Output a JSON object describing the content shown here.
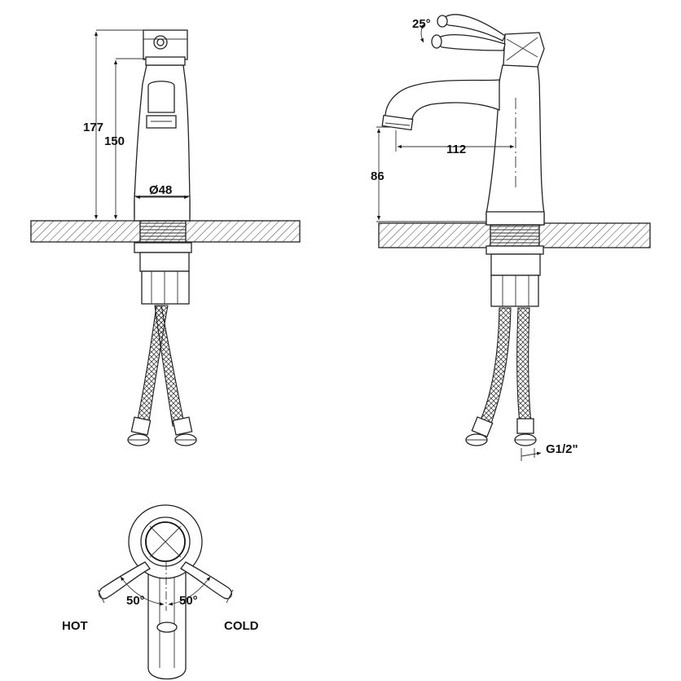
{
  "dimensions": {
    "total_height": "177",
    "body_height": "150",
    "base_diameter": "Ø48",
    "spout_reach": "112",
    "spout_height": "86",
    "handle_angle": "25°",
    "connector_thread": "G1/2\""
  },
  "top_view": {
    "hot_label": "HOT",
    "cold_label": "COLD",
    "hot_angle": "50°",
    "cold_angle": "50°"
  },
  "colors": {
    "line": "#222222",
    "background": "#ffffff"
  }
}
